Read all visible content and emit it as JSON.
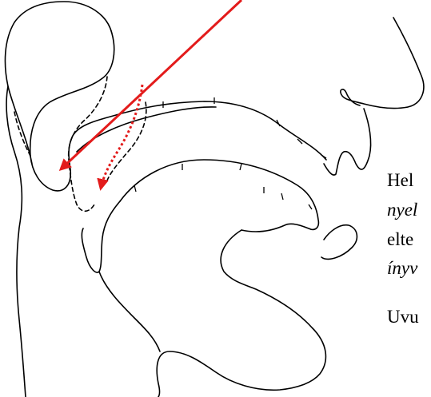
{
  "colors": {
    "outline": "#000000",
    "arrow": "#e31b1b",
    "background": "#ffffff"
  },
  "caption": {
    "line1": "Hel",
    "line2": "nyel",
    "line3": "elte",
    "line4": "ínyv",
    "line5": "Uvu"
  }
}
